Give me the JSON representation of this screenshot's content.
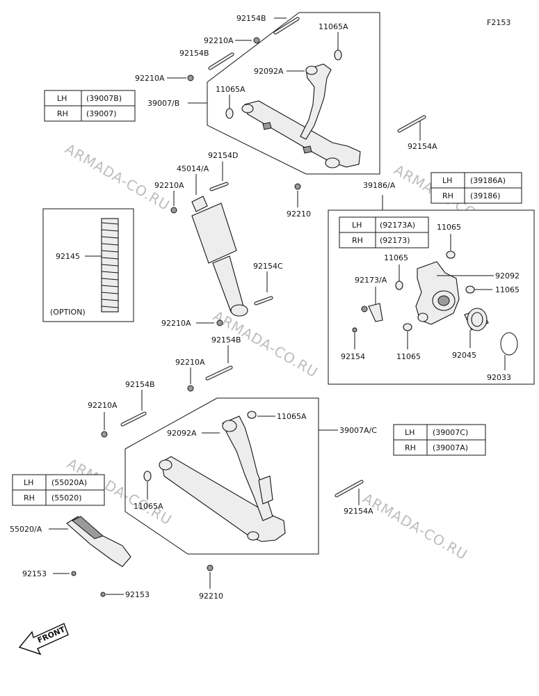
{
  "diagram_id": "F2153",
  "watermark": "ARMADA-CO.RU",
  "front_label": "FRONT",
  "option_label": "(OPTION)",
  "labels": {
    "p92154B_top": "92154B",
    "p11065A_top": "11065A",
    "p92210A_1": "92210A",
    "p92154B_2": "92154B",
    "p92092A_top": "92092A",
    "p92210A_2": "92210A",
    "p11065A_2": "11065A",
    "p39007B": "39007/B",
    "p92154A_right": "92154A",
    "p92154D": "92154D",
    "p45014A": "45014/A",
    "p92210A_3": "92210A",
    "p92210_mid": "92210",
    "p39186A": "39186/A",
    "p92145": "92145",
    "p11065_a": "11065",
    "p11065_b": "11065",
    "p92092": "92092",
    "p92173A": "92173/A",
    "p11065_c": "11065",
    "p92154C": "92154C",
    "p92210A_4": "92210A",
    "p92154B_3": "92154B",
    "p92154": "92154",
    "p11065_d": "11065",
    "p92045": "92045",
    "p92033": "92033",
    "p92210A_5": "92210A",
    "p92154B_4": "92154B",
    "p92210A_6": "92210A",
    "p11065A_3": "11065A",
    "p92092A_2": "92092A",
    "p39007AC": "39007A/C",
    "p11065A_4": "11065A",
    "p92154A_2": "92154A",
    "p55020A": "55020/A",
    "p92153_a": "92153",
    "p92153_b": "92153",
    "p92210_bottom": "92210"
  },
  "tables": {
    "t39007": [
      {
        "side": "LH",
        "code": "(39007B)"
      },
      {
        "side": "RH",
        "code": "(39007)"
      }
    ],
    "t39186": [
      {
        "side": "LH",
        "code": "(39186A)"
      },
      {
        "side": "RH",
        "code": "(39186)"
      }
    ],
    "t92173": [
      {
        "side": "LH",
        "code": "(92173A)"
      },
      {
        "side": "RH",
        "code": "(92173)"
      }
    ],
    "t39007AC": [
      {
        "side": "LH",
        "code": "(39007C)"
      },
      {
        "side": "RH",
        "code": "(39007A)"
      }
    ],
    "t55020": [
      {
        "side": "LH",
        "code": "(55020A)"
      },
      {
        "side": "RH",
        "code": "(55020)"
      }
    ]
  }
}
